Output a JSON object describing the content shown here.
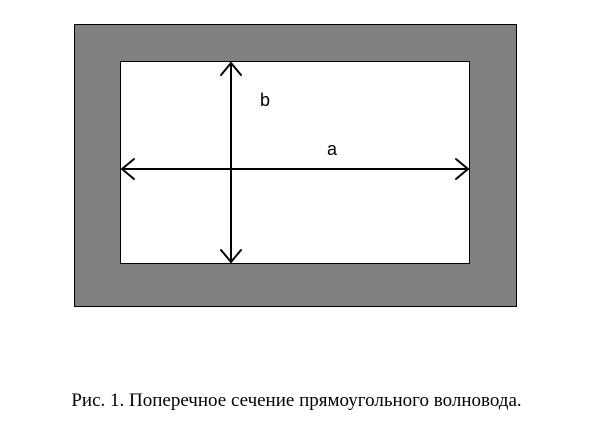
{
  "diagram": {
    "label_b": "b",
    "label_a": "a",
    "colors": {
      "wall": "#808080",
      "wall_border": "#000000",
      "interior": "#ffffff",
      "arrow": "#000000"
    }
  },
  "caption": "Рис. 1. Поперечное сечение прямоугольного волновода."
}
